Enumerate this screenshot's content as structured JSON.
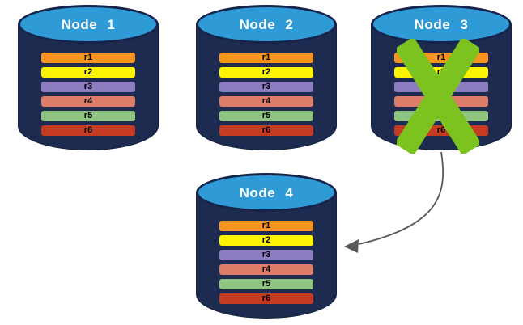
{
  "diagram": {
    "type": "database-replication-failover",
    "description": "Four database node cylinders each holding rows r1-r6; Node 3 is failed (green X) with a curved arrow redirecting to Node 4"
  },
  "nodes": [
    {
      "label": "Node 1",
      "failed": false,
      "rows": [
        "r1",
        "r2",
        "r3",
        "r4",
        "r5",
        "r6"
      ]
    },
    {
      "label": "Node 2",
      "failed": false,
      "rows": [
        "r1",
        "r2",
        "r3",
        "r4",
        "r5",
        "r6"
      ]
    },
    {
      "label": "Node 3",
      "failed": true,
      "rows": [
        "r1",
        "r2",
        "r3",
        "r4",
        "r5",
        "r6"
      ]
    },
    {
      "label": "Node 4",
      "failed": false,
      "rows": [
        "r1",
        "r2",
        "r3",
        "r4",
        "r5",
        "r6"
      ]
    }
  ],
  "arrow": {
    "from": "Node 3",
    "to": "Node 4"
  },
  "colors": {
    "cylinder_body": "#1C2B4F",
    "cylinder_top": "#2E9AD6",
    "cylinder_outline": "#16234A",
    "row_r1": "#F7941E",
    "row_r2": "#FCF402",
    "row_r3": "#8C7DC1",
    "row_r4": "#DE7D68",
    "row_r5": "#8FC47E",
    "row_r6": "#C63C22",
    "failure_x": "#7CC31F",
    "arrow": "#595959",
    "node_title_text": "#ffffff",
    "row_text": "#000000"
  }
}
